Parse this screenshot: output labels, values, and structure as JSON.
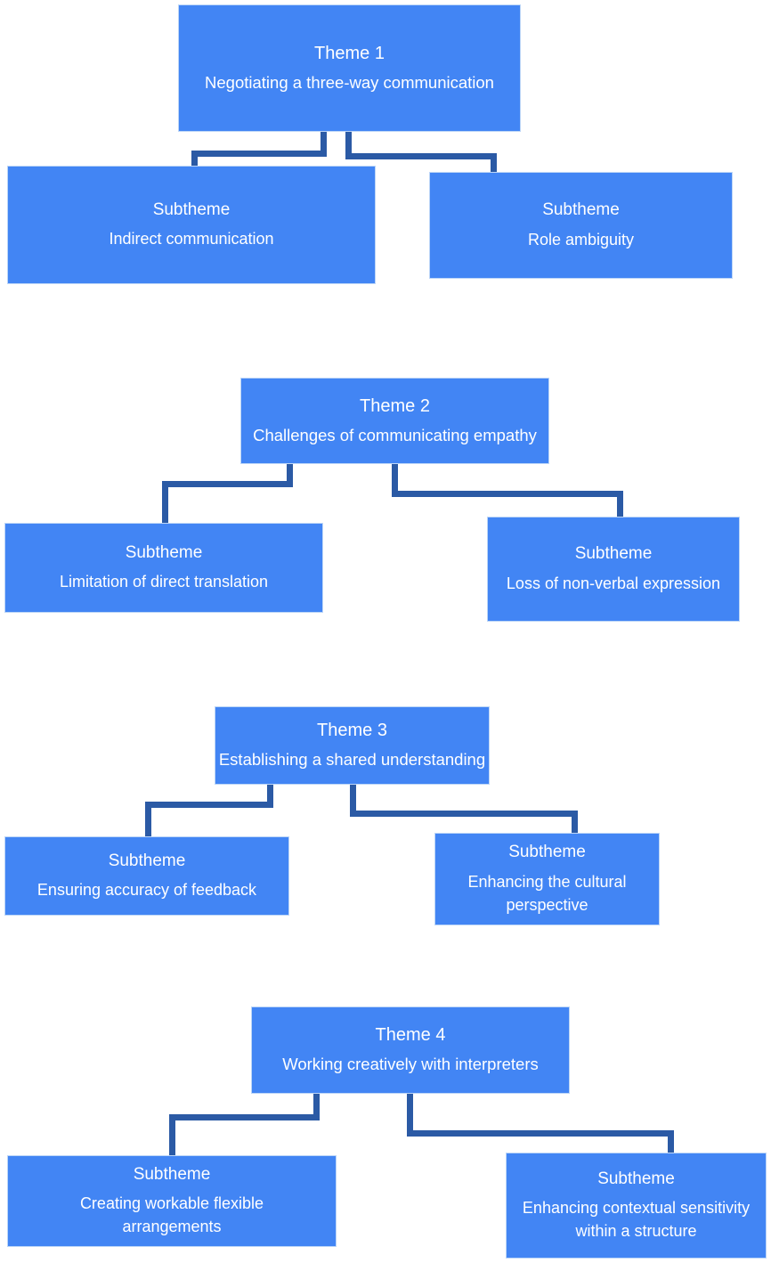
{
  "colors": {
    "box_fill": "#4285f4",
    "box_border": "#bdd6f7",
    "connector": "#2b5aa5",
    "text": "#ffffff"
  },
  "themes": [
    {
      "label": "Theme 1",
      "description": "Negotiating a three-way communication",
      "subthemes": [
        {
          "label": "Subtheme",
          "description": "Indirect communication"
        },
        {
          "label": "Subtheme",
          "description": "Role ambiguity"
        }
      ]
    },
    {
      "label": "Theme 2",
      "description": "Challenges of communicating empathy",
      "subthemes": [
        {
          "label": "Subtheme",
          "description": "Limitation of direct translation"
        },
        {
          "label": "Subtheme",
          "description": "Loss of non-verbal expression"
        }
      ]
    },
    {
      "label": "Theme 3",
      "description": "Establishing a shared understanding",
      "subthemes": [
        {
          "label": "Subtheme",
          "description": "Ensuring accuracy of feedback"
        },
        {
          "label": "Subtheme",
          "description": "Enhancing the cultural perspective"
        }
      ]
    },
    {
      "label": "Theme 4",
      "description": "Working creatively with interpreters",
      "subthemes": [
        {
          "label": "Subtheme",
          "description": "Creating workable flexible arrangements"
        },
        {
          "label": "Subtheme",
          "description": "Enhancing contextual sensitivity within a structure"
        }
      ]
    }
  ]
}
